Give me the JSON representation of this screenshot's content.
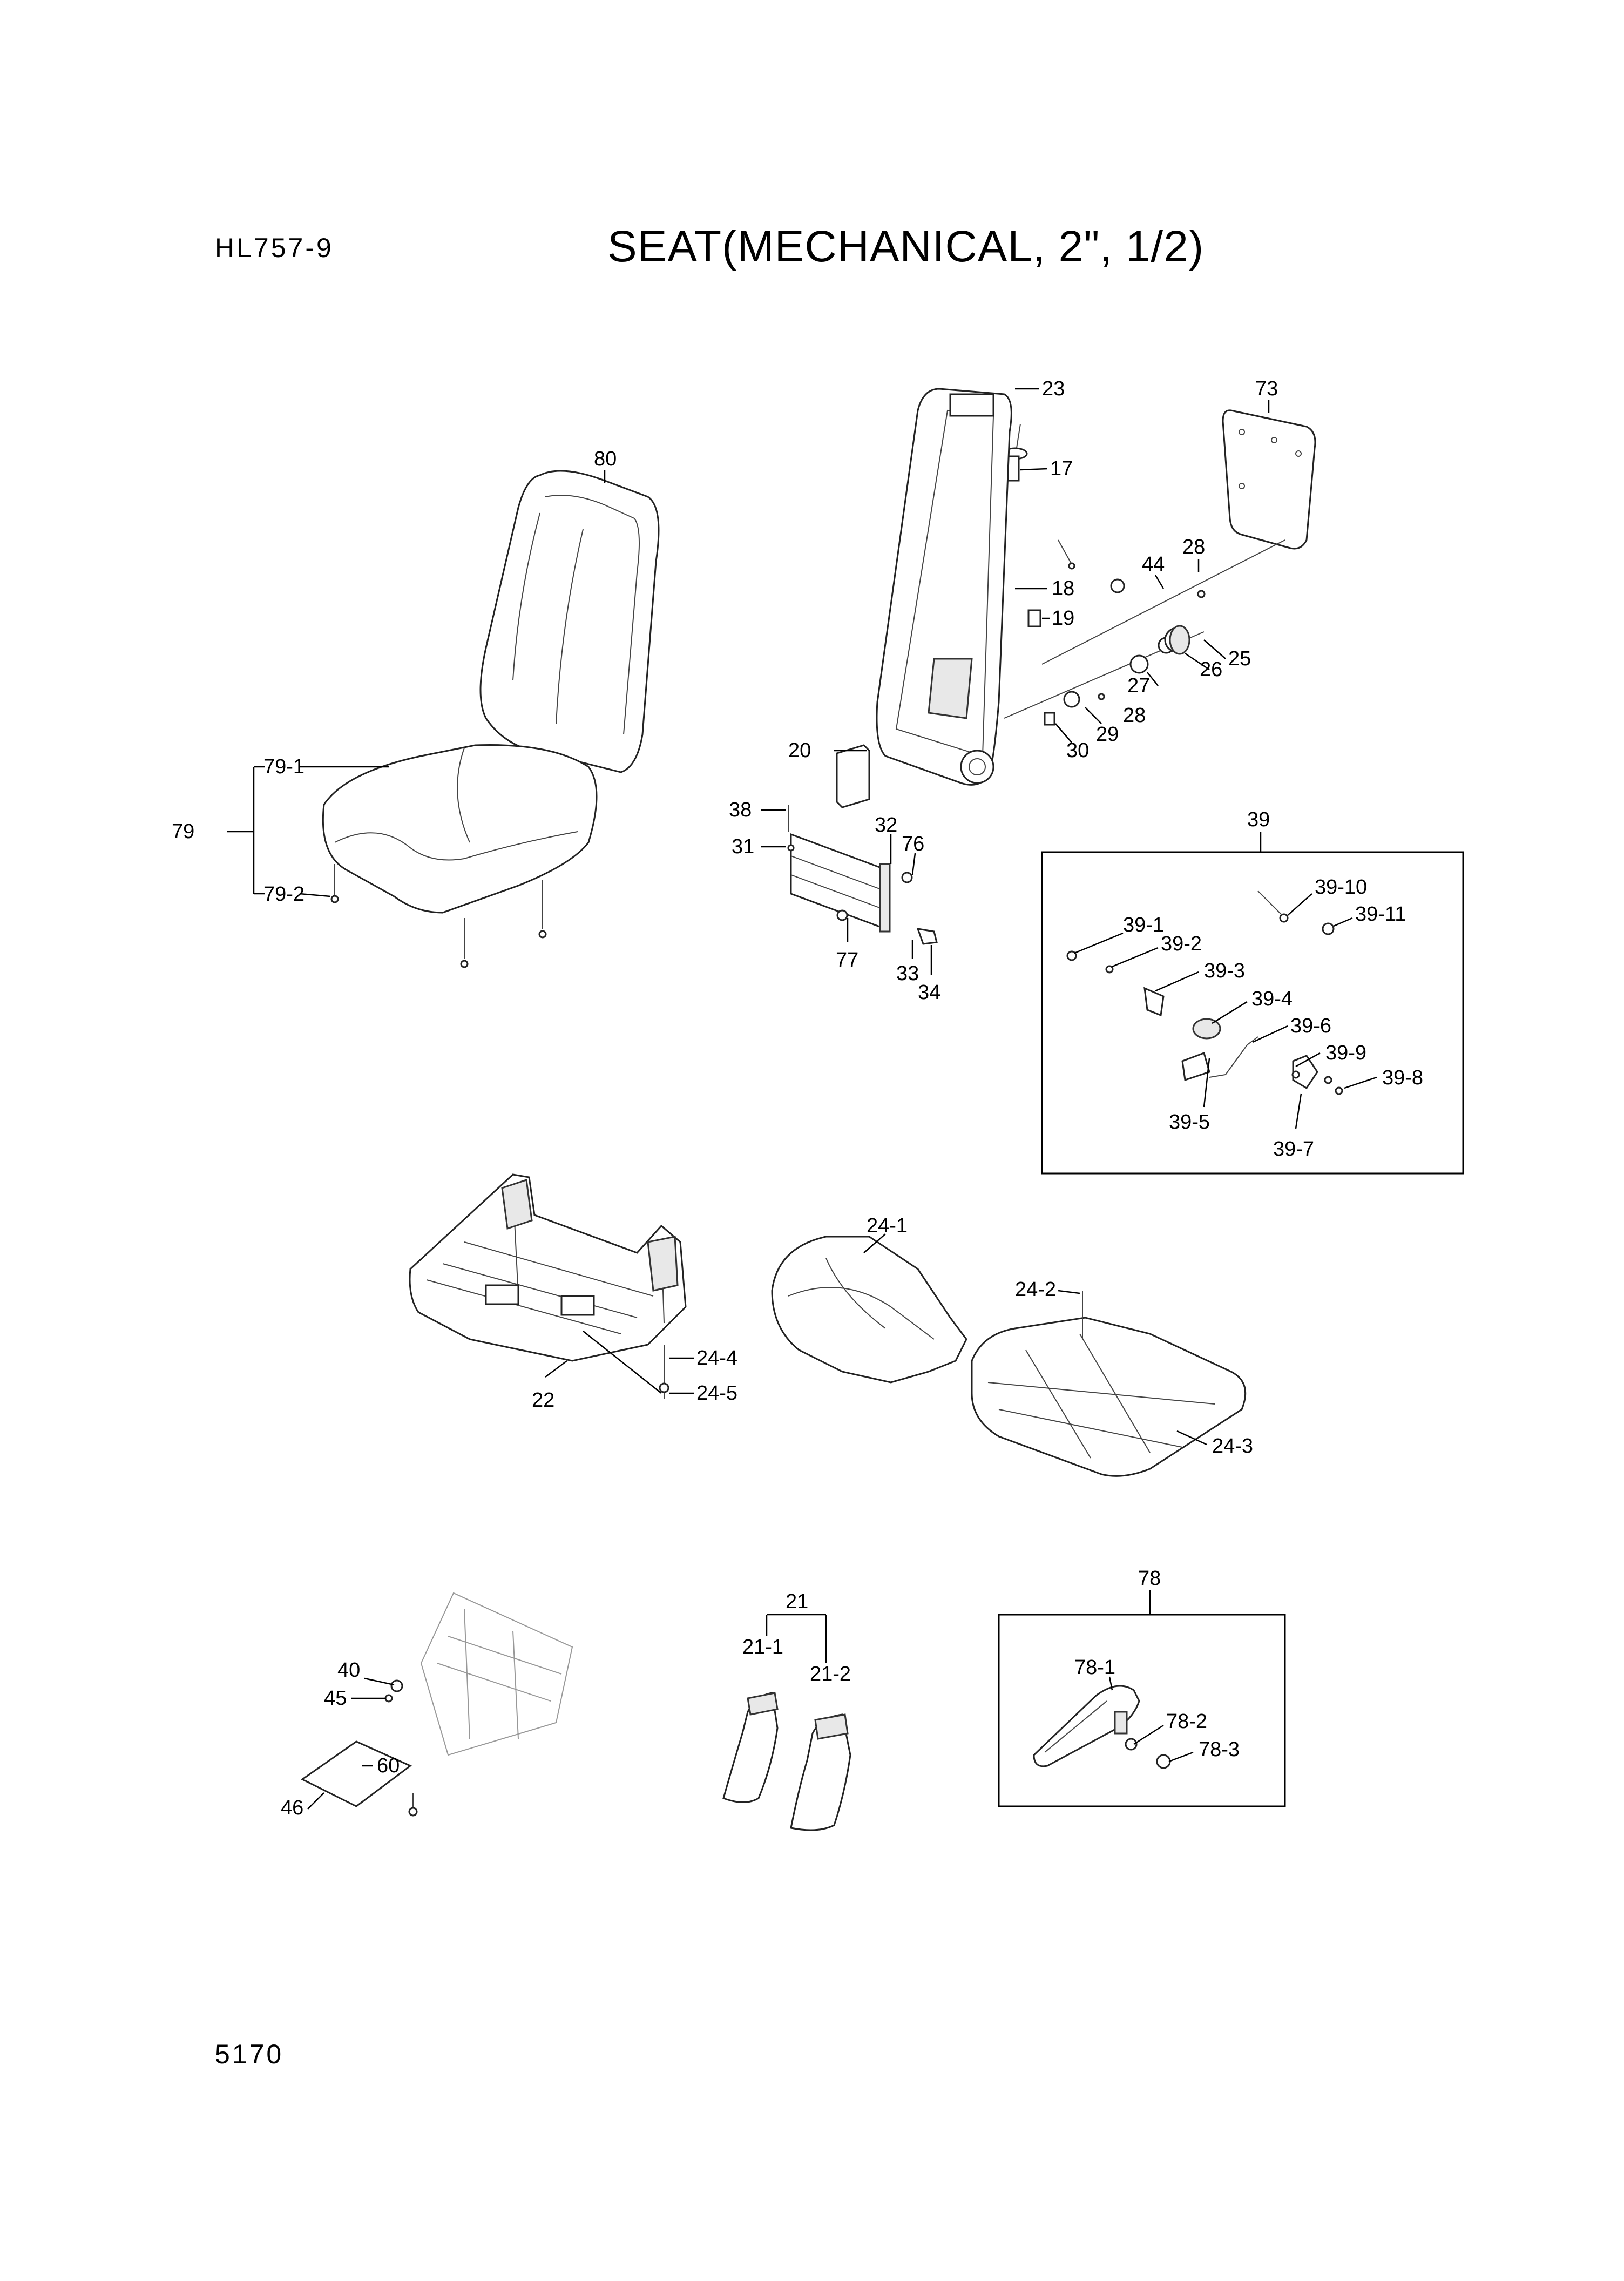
{
  "header": {
    "model": "HL757-9",
    "title": "SEAT(MECHANICAL, 2\", 1/2)"
  },
  "footer": {
    "page_number": "5170"
  },
  "callouts": {
    "c80": "80",
    "c79": "79",
    "c79_1": "79-1",
    "c79_2": "79-2",
    "c17": "17",
    "c23": "23",
    "c18": "18",
    "c19": "19",
    "c20": "20",
    "c73": "73",
    "c44": "44",
    "c28a": "28",
    "c25": "25",
    "c26": "26",
    "c27": "27",
    "c28b": "28",
    "c29": "29",
    "c30": "30",
    "c38": "38",
    "c31": "31",
    "c32": "32",
    "c76": "76",
    "c77": "77",
    "c33": "33",
    "c34": "34",
    "c39": "39",
    "c39_1": "39-1",
    "c39_2": "39-2",
    "c39_3": "39-3",
    "c39_4": "39-4",
    "c39_5": "39-5",
    "c39_6": "39-6",
    "c39_7": "39-7",
    "c39_8": "39-8",
    "c39_9": "39-9",
    "c39_10": "39-10",
    "c39_11": "39-11",
    "c22": "22",
    "c24_4": "24-4",
    "c24_5": "24-5",
    "c24_1": "24-1",
    "c24_2": "24-2",
    "c24_3": "24-3",
    "c40": "40",
    "c45": "45",
    "c60": "60",
    "c46": "46",
    "c21": "21",
    "c21_1": "21-1",
    "c21_2": "21-2",
    "c78": "78",
    "c78_1": "78-1",
    "c78_2": "78-2",
    "c78_3": "78-3"
  }
}
